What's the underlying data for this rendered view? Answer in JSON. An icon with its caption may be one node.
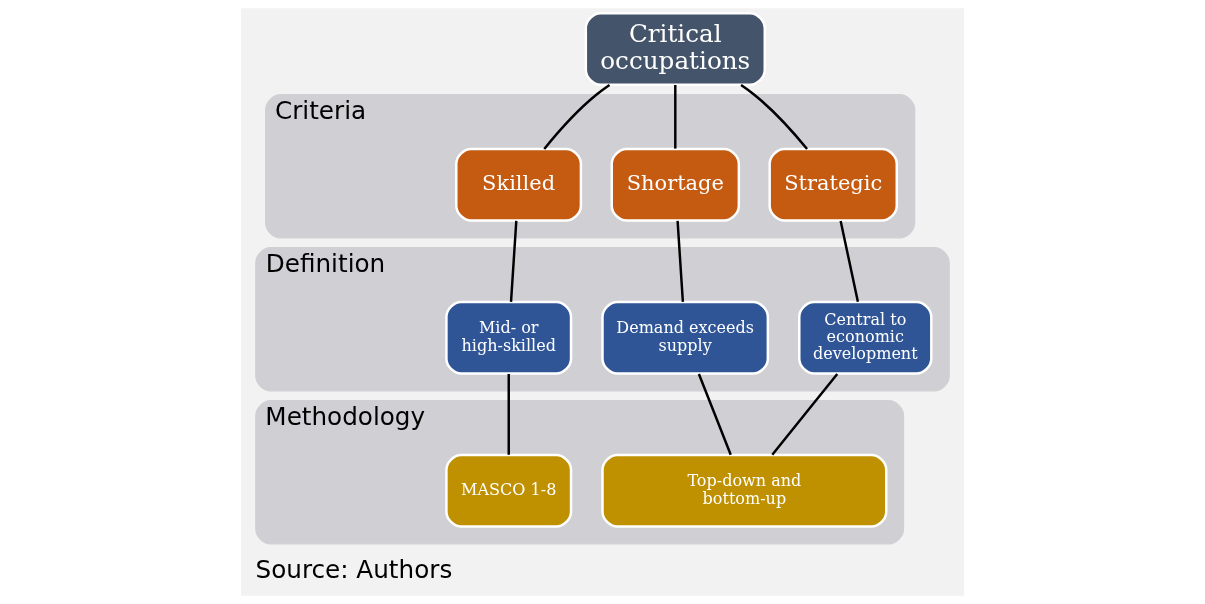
{
  "diagram": {
    "caption": "Source: Authors",
    "nodes": [
      {
        "text": [
          "Critical occupations"
        ]
      },
      {
        "text": [
          "Criteria"
        ]
      },
      {
        "text": [
          "Skilled"
        ],
        "in": 1
      },
      {
        "text": [
          "Shortage"
        ],
        "in": 1
      },
      {
        "text": [
          "Strategic"
        ],
        "in": 1
      },
      {
        "text": [
          "Definition"
        ]
      },
      {
        "text": [
          "Mid- or high-skilled"
        ],
        "in": 5
      },
      {
        "text": [
          "Demand exceeds supply"
        ],
        "in": 5
      },
      {
        "text": [
          "Central to economic development"
        ],
        "in": 5
      },
      {
        "text": [
          "Methodology"
        ]
      },
      {
        "text": [
          "MASCO 1-8"
        ],
        "in": 9
      },
      {
        "text": [
          "Top-down and bottom-up"
        ],
        "in": 9
      }
    ],
    "edges": [
      {
        "from": 0,
        "to": 2,
        "arrow": "none"
      },
      {
        "from": 0,
        "to": 3,
        "arrow": "none"
      },
      {
        "from": 0,
        "to": 4,
        "arrow": "none"
      },
      {
        "from": 2,
        "to": 6,
        "arrow": "none"
      },
      {
        "from": 3,
        "to": 7,
        "arrow": "none"
      },
      {
        "from": 4,
        "to": 8,
        "arrow": "none"
      },
      {
        "from": 6,
        "to": 10,
        "arrow": "none"
      },
      {
        "from": 7,
        "to": 11,
        "arrow": "none"
      },
      {
        "from": 8,
        "to": 11,
        "arrow": "none"
      }
    ]
  }
}
